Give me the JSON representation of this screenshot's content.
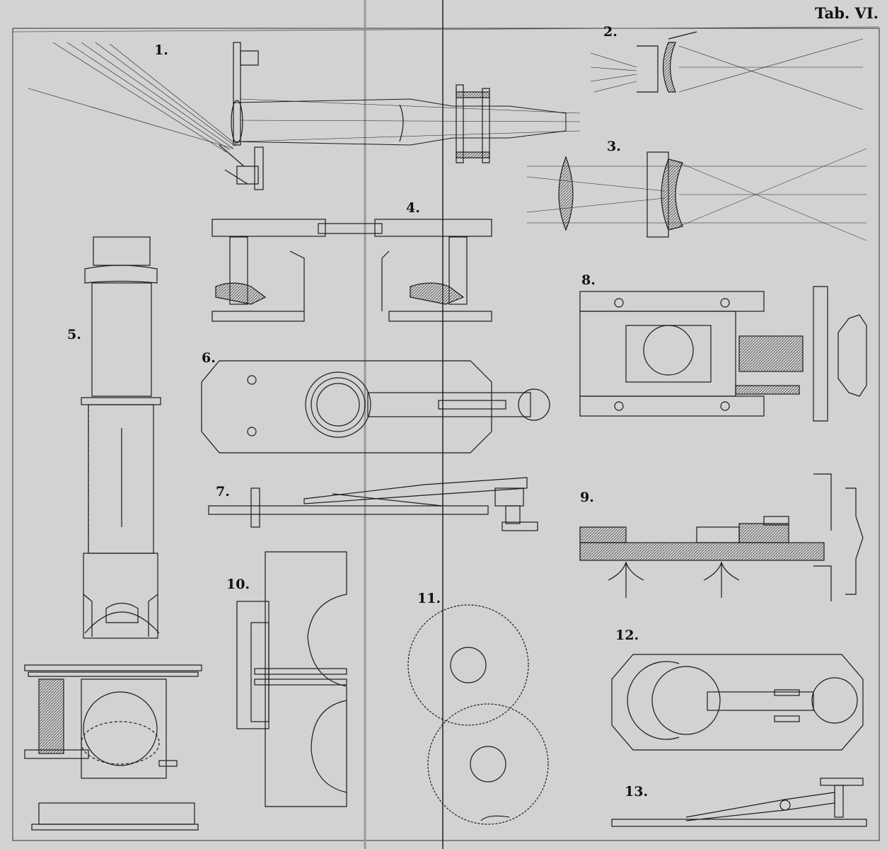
{
  "plate_title": "Tab. VI.",
  "figure_numbers": {
    "f1": "1.",
    "f2": "2.",
    "f3": "3.",
    "f4": "4.",
    "f5": "5.",
    "f6": "6.",
    "f7": "7.",
    "f8": "8.",
    "f9": "9.",
    "f10": "10.",
    "f11": "11.",
    "f12": "12.",
    "f13": "13."
  },
  "colors": {
    "paper": "#d2d2d2",
    "ink": "#1a1a1a",
    "shade": "#8a8a8a"
  }
}
